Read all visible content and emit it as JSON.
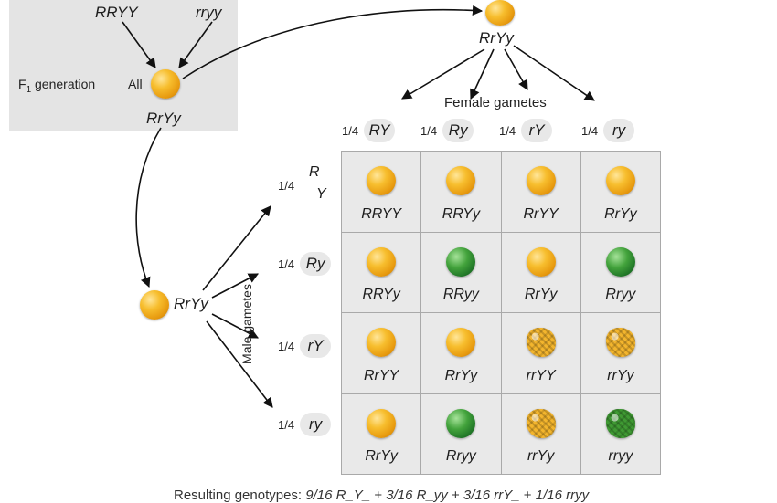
{
  "colors": {
    "yellow_pea": "#f7be2e",
    "green_pea": "#43a33c",
    "panel": "#e4e4e4",
    "grid_cell": "#e9e9e9"
  },
  "parental": {
    "left": "RRYY",
    "right": "rryy"
  },
  "f1": {
    "label_main": "F",
    "label_sub": "1",
    "label_rest": " generation",
    "all": "All",
    "genotype": "RrYy"
  },
  "top_plant": {
    "genotype": "RrYy"
  },
  "left_plant": {
    "genotype": "RrYy"
  },
  "female_title": "Female gametes",
  "male_title": "Male gametes",
  "female_gametes": [
    {
      "frac": "1/4",
      "g": "RY"
    },
    {
      "frac": "1/4",
      "g": "Ry"
    },
    {
      "frac": "1/4",
      "g": "rY"
    },
    {
      "frac": "1/4",
      "g": "ry"
    }
  ],
  "male_gametes": [
    {
      "frac": "1/4",
      "g_top": "R",
      "g_bot": "Y",
      "g": ""
    },
    {
      "frac": "1/4",
      "g": "Ry"
    },
    {
      "frac": "1/4",
      "g": "rY"
    },
    {
      "frac": "1/4",
      "g": "ry"
    }
  ],
  "grid": [
    [
      {
        "g": "RRYY",
        "seed": "round-yellow"
      },
      {
        "g": "RRYy",
        "seed": "round-yellow"
      },
      {
        "g": "RrYY",
        "seed": "round-yellow"
      },
      {
        "g": "RrYy",
        "seed": "round-yellow"
      }
    ],
    [
      {
        "g": "RRYy",
        "seed": "round-yellow"
      },
      {
        "g": "RRyy",
        "seed": "round-green"
      },
      {
        "g": "RrYy",
        "seed": "round-yellow"
      },
      {
        "g": "Rryy",
        "seed": "round-green"
      }
    ],
    [
      {
        "g": "RrYY",
        "seed": "round-yellow"
      },
      {
        "g": "RrYy",
        "seed": "round-yellow"
      },
      {
        "g": "rrYY",
        "seed": "wrinkled-yellow"
      },
      {
        "g": "rrYy",
        "seed": "wrinkled-yellow"
      }
    ],
    [
      {
        "g": "RrYy",
        "seed": "round-yellow"
      },
      {
        "g": "Rryy",
        "seed": "round-green"
      },
      {
        "g": "rrYy",
        "seed": "wrinkled-yellow"
      },
      {
        "g": "rryy",
        "seed": "wrinkled-green"
      }
    ]
  ],
  "result": {
    "prefix": "Resulting genotypes:",
    "t1": "9/16 R_Y_",
    "t2": "3/16 R_yy",
    "t3": "3/16 rrY_",
    "t4": "1/16 rryy",
    "sep": "+"
  }
}
